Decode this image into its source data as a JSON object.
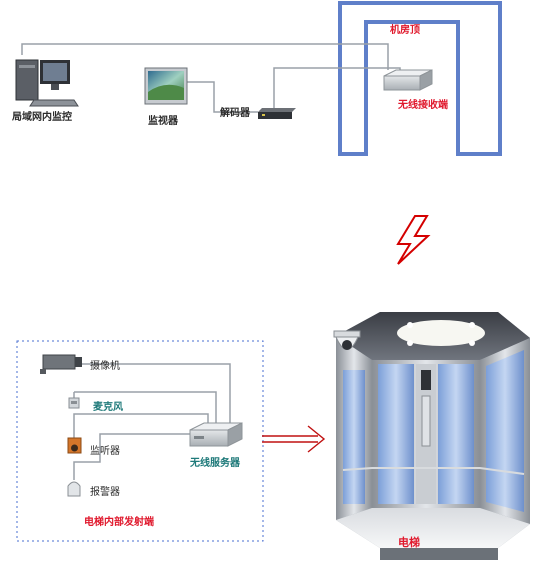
{
  "labels": {
    "lan_monitor": "局域网内监控",
    "monitor": "监视器",
    "decoder": "解码器",
    "machine_room_top": "机房顶",
    "wireless_receiver": "无线接收端",
    "camera": "摄像机",
    "microphone": "麦克风",
    "listener": "监听器",
    "alarm": "报警器",
    "wireless_server": "无线服务器",
    "elevator_transmitter": "电梯内部发射端",
    "elevator": "电梯"
  },
  "colors": {
    "wall_blue": "#5f7fc9",
    "red_label": "#e0192d",
    "dark_label": "#2b2b2b",
    "teal_label": "#1f7a7a",
    "wire_gray": "#9aa0a8",
    "lightning_red": "#d40000",
    "dashed_border": "#4a6fd0"
  },
  "icons": {
    "computer": "desktop-computer-icon",
    "monitor": "monitor-screen-icon",
    "decoder": "decoder-box-icon",
    "receiver": "wireless-receiver-icon",
    "camera": "camera-icon",
    "microphone": "microphone-icon",
    "listener": "speaker-icon",
    "alarm": "alarm-icon",
    "server": "wireless-server-icon",
    "signal": "lightning-icon",
    "transfer": "double-arrow-icon",
    "dome_camera": "dome-camera-icon"
  }
}
